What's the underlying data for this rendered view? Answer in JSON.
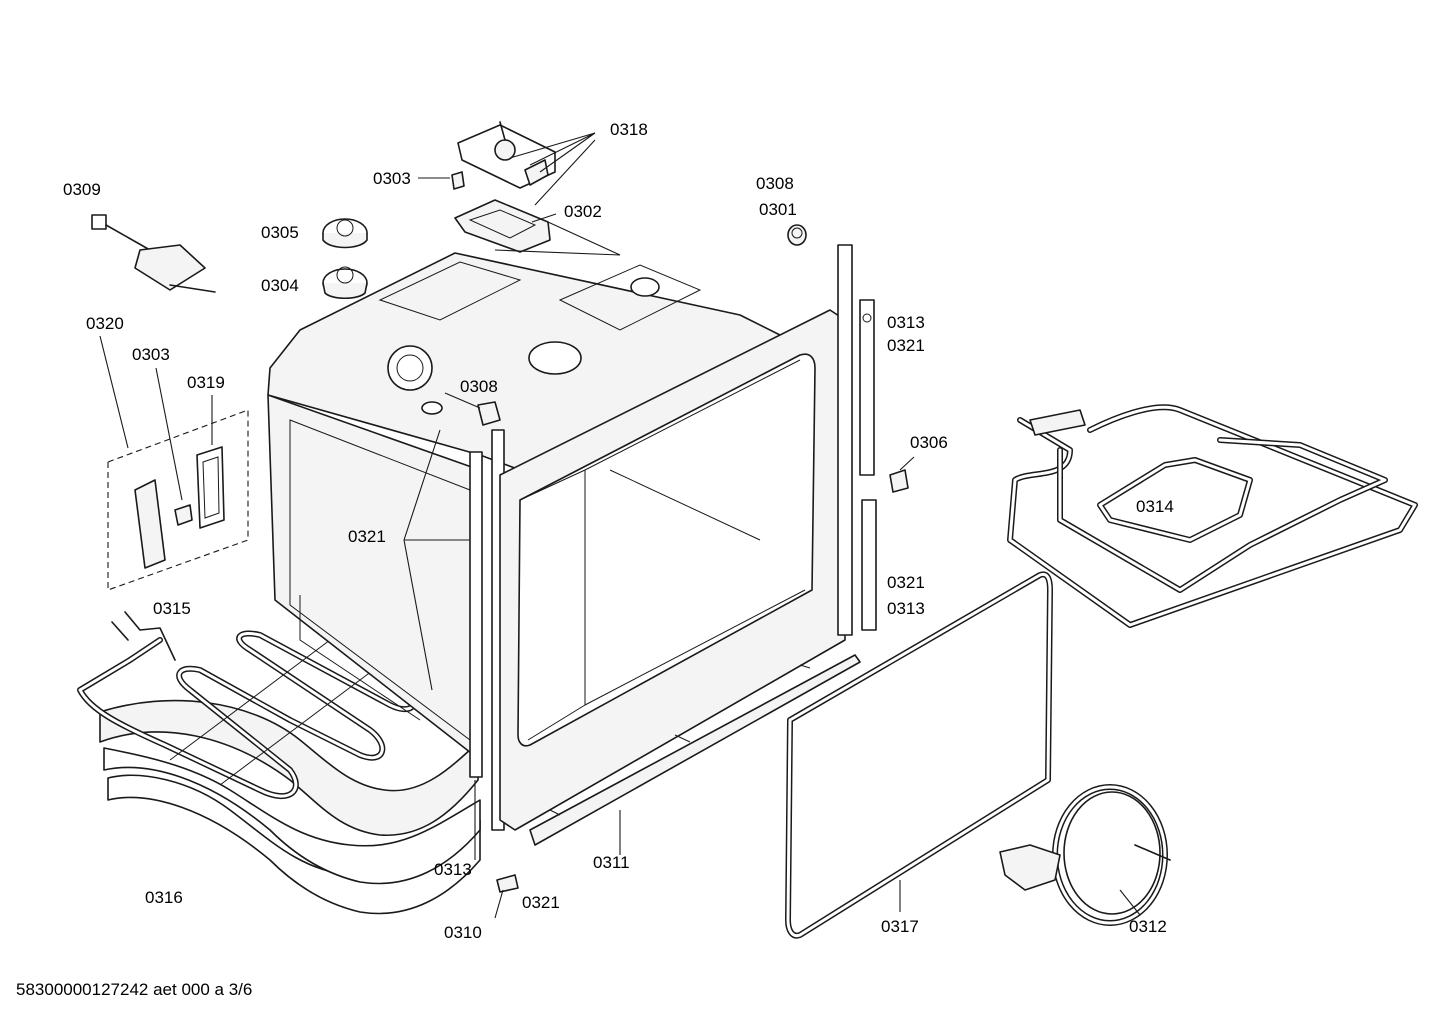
{
  "document_id": "58300000127242 aet 000 a 3/6",
  "callouts": {
    "c0318": "0318",
    "c0303_top": "0303",
    "c0302": "0302",
    "c0309": "0309",
    "c0305": "0305",
    "c0304": "0304",
    "c0308_top": "0308",
    "c0301": "0301",
    "c0320": "0320",
    "c0303_left": "0303",
    "c0319": "0319",
    "c0308_mid": "0308",
    "c0313_r1": "0313",
    "c0321_r1": "0321",
    "c0306": "0306",
    "c0314": "0314",
    "c0321_mid": "0321",
    "c0321_r2": "0321",
    "c0313_r2": "0313",
    "c0315": "0315",
    "c0313_bottom": "0313",
    "c0311": "0311",
    "c0316": "0316",
    "c0321_bottom": "0321",
    "c0310": "0310",
    "c0317": "0317",
    "c0312": "0312"
  }
}
